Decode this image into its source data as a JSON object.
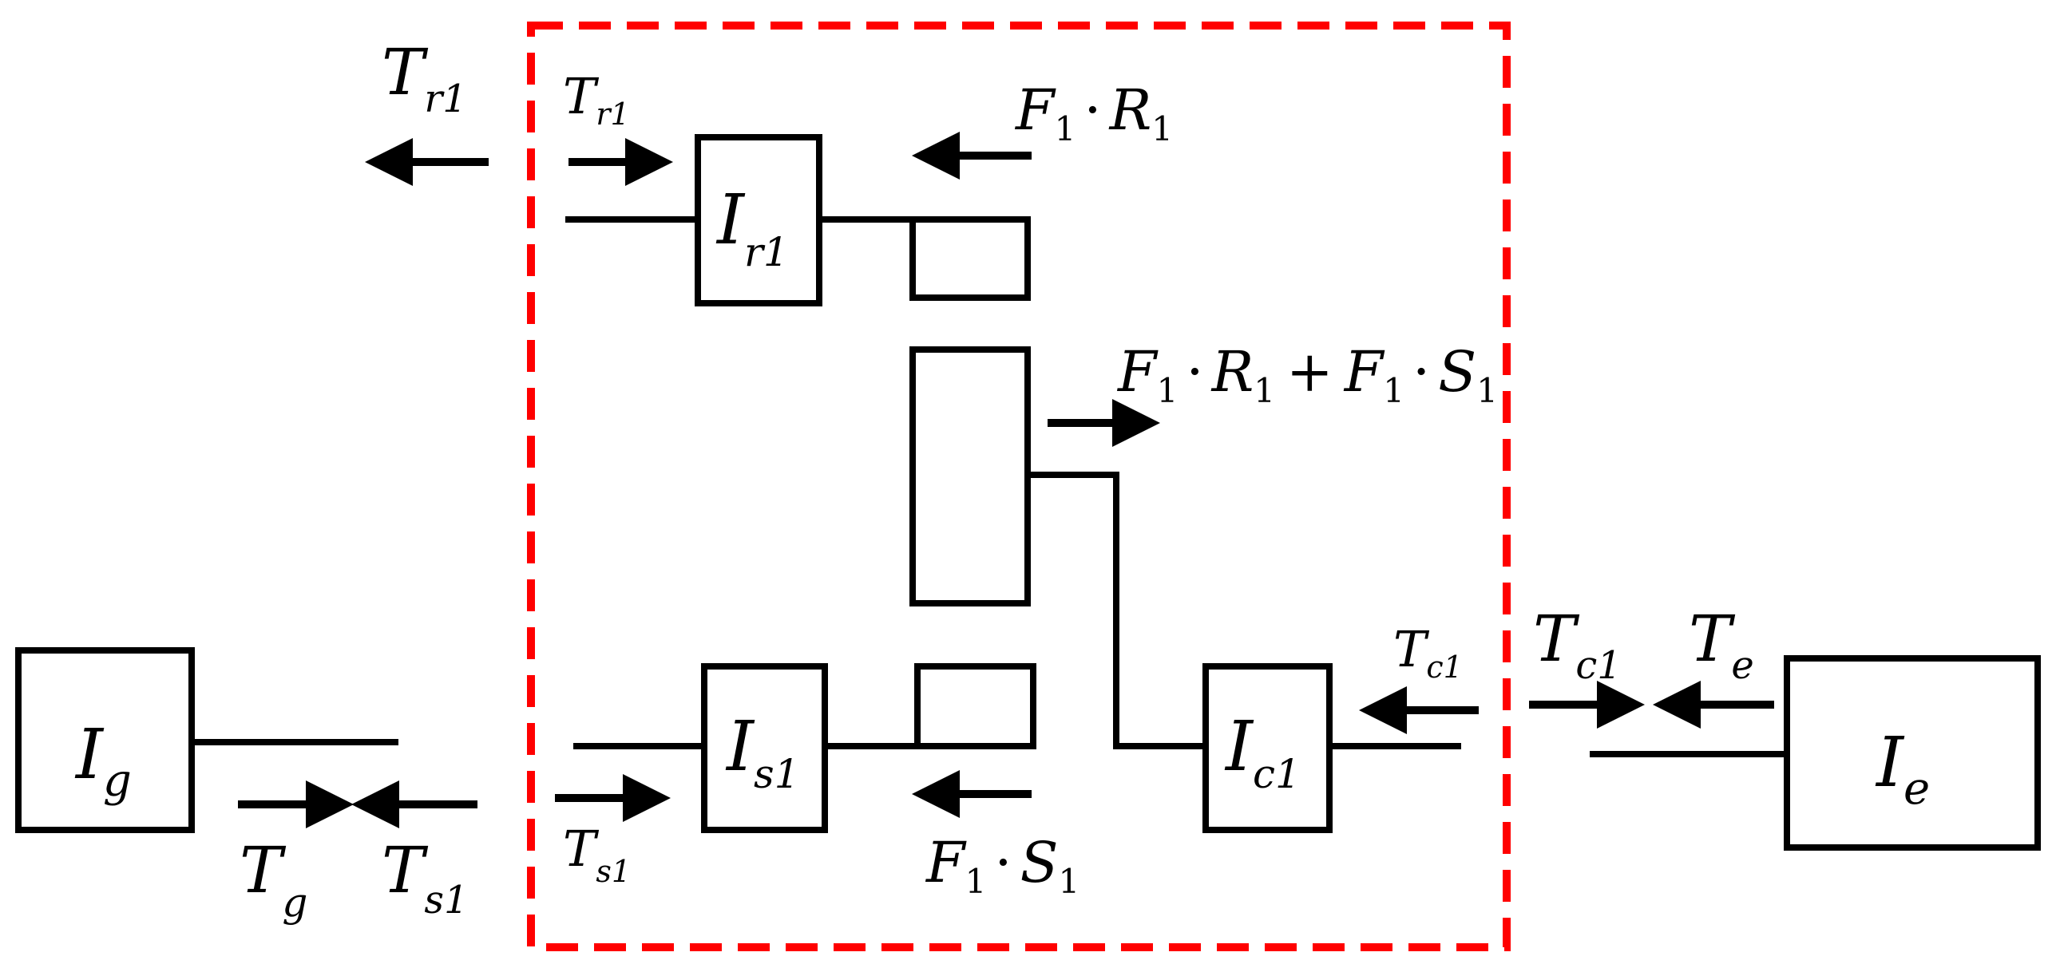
{
  "diagram": {
    "boundary_color": "#ff0000",
    "line_color": "#000000",
    "inertias": {
      "ig": {
        "symbol": "I",
        "sub": "g"
      },
      "ir1": {
        "symbol": "I",
        "sub": "r1"
      },
      "is1": {
        "symbol": "I",
        "sub": "s1"
      },
      "ic1": {
        "symbol": "I",
        "sub": "c1"
      },
      "ie": {
        "symbol": "I",
        "sub": "e"
      }
    },
    "torques": {
      "tr1_outer": {
        "symbol": "T",
        "sub": "r1"
      },
      "tr1_inner": {
        "symbol": "T",
        "sub": "r1"
      },
      "tg": {
        "symbol": "T",
        "sub": "g"
      },
      "ts1_outer": {
        "symbol": "T",
        "sub": "s1"
      },
      "ts1_inner": {
        "symbol": "T",
        "sub": "s1"
      },
      "tc1_inner": {
        "symbol": "T",
        "sub": "c1"
      },
      "tc1_outer": {
        "symbol": "T",
        "sub": "c1"
      },
      "te": {
        "symbol": "T",
        "sub": "e"
      }
    },
    "forces": {
      "f1r1": {
        "f": "F",
        "fsub": "1",
        "dot": "·",
        "r": "R",
        "rsub": "1"
      },
      "f1s1": {
        "f": "F",
        "fsub": "1",
        "dot": "·",
        "s": "S",
        "ssub": "1"
      },
      "sum": {
        "f1": "F",
        "f1sub": "1",
        "dot1": "·",
        "r": "R",
        "rsub": "1",
        "plus": "+",
        "f2": "F",
        "f2sub": "1",
        "dot2": "·",
        "s": "S",
        "ssub": "1"
      }
    }
  }
}
